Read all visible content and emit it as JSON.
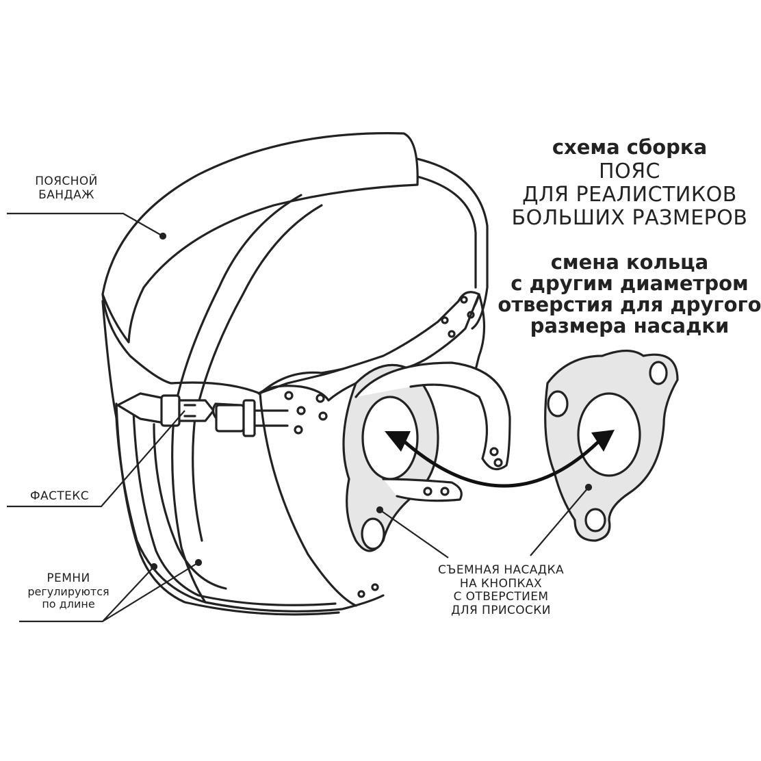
{
  "title": {
    "line1": "схема сборка",
    "line2": "ПОЯС\nДЛЯ РЕАЛИСТИКОВ\nБОЛЬШИХ РАЗМЕРОВ"
  },
  "subtitle": "смена кольца\nс другим диаметром\nотверстия для другого\nразмера насадки",
  "labels": {
    "waist_bandage": "ПОЯСНОЙ\nБАНДАЖ",
    "fastex": "ФАСТЕКС",
    "straps_title": "РЕМНИ",
    "straps_sub": "регулируются\nпо длине",
    "attachment": "СЪЕМНАЯ НАСАДКА\nНА КНОПКАХ\nС ОТВЕРСТИЕМ\nДЛЯ ПРИСОСКИ"
  },
  "colors": {
    "line": "#222222",
    "fill_gray": "#e6e6e6",
    "background": "#ffffff"
  }
}
